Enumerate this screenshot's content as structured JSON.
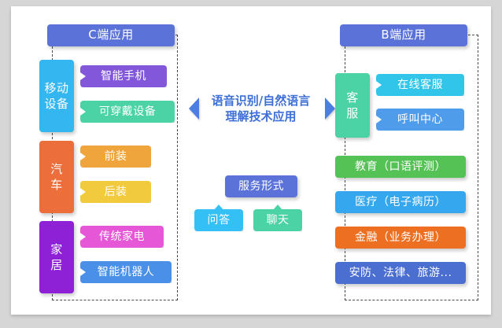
{
  "diagram": {
    "title_center": "语音识别/自然语言\n理解技术应用",
    "panels": {
      "consumer": {
        "header": "C端应用",
        "header_color": "#5b73d8",
        "groups": [
          {
            "name": "移动\n设备",
            "color": "#34b6f0",
            "items": [
              {
                "label": "智能手机",
                "color": "#8257d9"
              },
              {
                "label": "可穿戴设备",
                "color": "#4cd3a5"
              }
            ]
          },
          {
            "name": "汽\n车",
            "color": "#ec6f3b",
            "items": [
              {
                "label": "前装",
                "color": "#f0a43c"
              },
              {
                "label": "后装",
                "color": "#f2ca3e"
              }
            ]
          },
          {
            "name": "家\n居",
            "color": "#8e21d6",
            "items": [
              {
                "label": "传统家电",
                "color": "#e557d6"
              },
              {
                "label": "智能机器人",
                "color": "#4a90e8"
              }
            ]
          }
        ]
      },
      "business": {
        "header": "B端应用",
        "header_color": "#5b73d8",
        "groups": [
          {
            "name": "客\n服",
            "color": "#4cd3a5",
            "items": [
              {
                "label": "在线客服",
                "color": "#32c5ea"
              },
              {
                "label": "呼叫中心",
                "color": "#4f9ceb"
              }
            ]
          }
        ],
        "rows": [
          {
            "label": "教育（口语评测）",
            "color": "#54c255"
          },
          {
            "label": "医疗（电子病历）",
            "color": "#35a7ef"
          },
          {
            "label": "金融（业务办理）",
            "color": "#ec6f22"
          },
          {
            "label": "安防、法律、旅游...",
            "color": "#4b6fd1"
          }
        ]
      }
    },
    "service": {
      "title": "服务形式",
      "title_color": "#5b73d8",
      "items": [
        {
          "label": "问答",
          "color": "#35c0f5"
        },
        {
          "label": "聊天",
          "color": "#4cd3a5"
        }
      ]
    },
    "arrows": {
      "left_arrow": "arrow-left-icon",
      "right_arrow": "arrow-right-icon",
      "color": "#4a7ee0"
    }
  }
}
